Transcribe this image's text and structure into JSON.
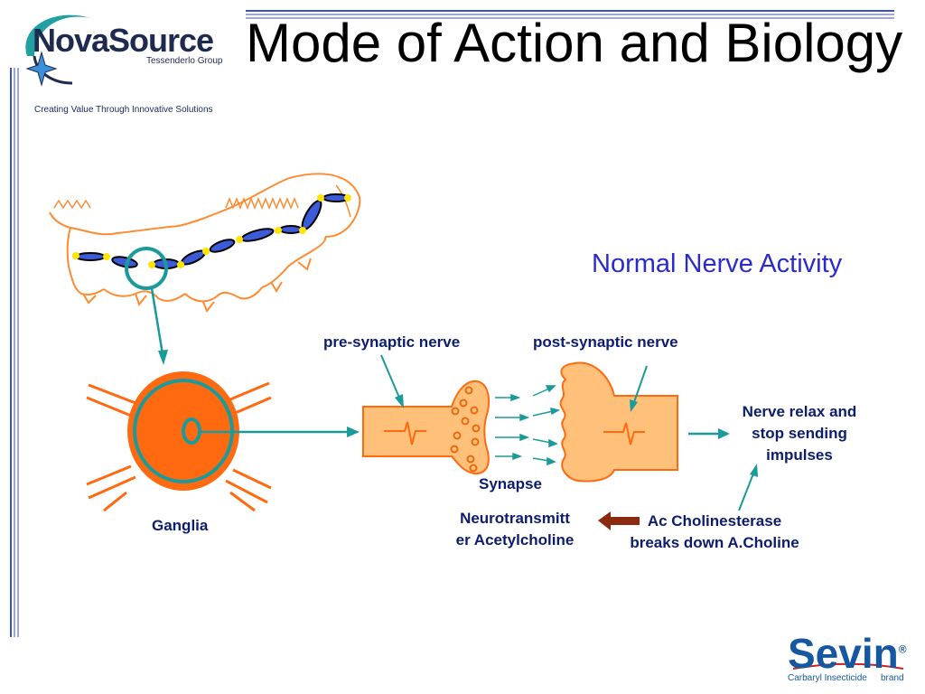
{
  "slide": {
    "title": "Mode of Action and Biology",
    "subtitle": "Normal Nerve Activity"
  },
  "logo": {
    "brand": "NovaSource",
    "group": "Tessenderlo Group",
    "tagline": "Creating Value Through Innovative Solutions"
  },
  "labels": {
    "pre_synaptic": "pre-synaptic nerve",
    "post_synaptic": "post-synaptic nerve",
    "synapse": "Synapse",
    "neuro_line1": "Neurotransmitt",
    "neuro_line2": "er Acetylcholine",
    "ganglia": "Ganglia",
    "relax_line1": "Nerve relax and",
    "relax_line2": "stop sending",
    "relax_line3": "impulses",
    "ache_line1": "Ac Cholinesterase",
    "ache_line2": "breaks down A.Choline"
  },
  "brand_mark": {
    "name": "Sevin",
    "registered": "®",
    "descriptor": "Carbaryl Insecticide",
    "suffix": "brand"
  },
  "colors": {
    "orange": "#ff6a10",
    "peach": "#ffc07a",
    "teal": "#1a9a9a",
    "navy": "#0c1c6e",
    "blue_title": "#2b2bcc",
    "frame_blue": "#3a4fd0"
  }
}
